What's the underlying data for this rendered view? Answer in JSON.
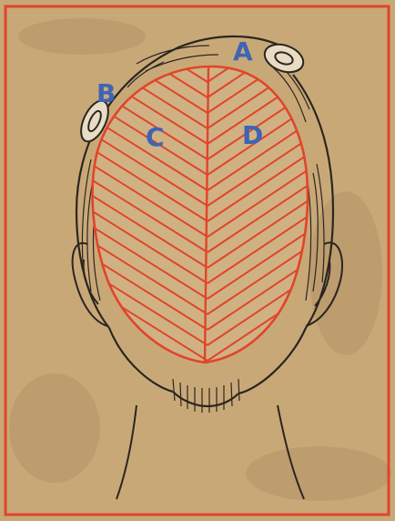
{
  "labels": {
    "a": "A",
    "b": "B",
    "c": "C",
    "d": "D"
  },
  "colors": {
    "paper": "#c9a878",
    "frame": "#e0452a",
    "section_lines": "#e0452a",
    "label_text": "#3f63b5",
    "ink": "#2a2620"
  }
}
